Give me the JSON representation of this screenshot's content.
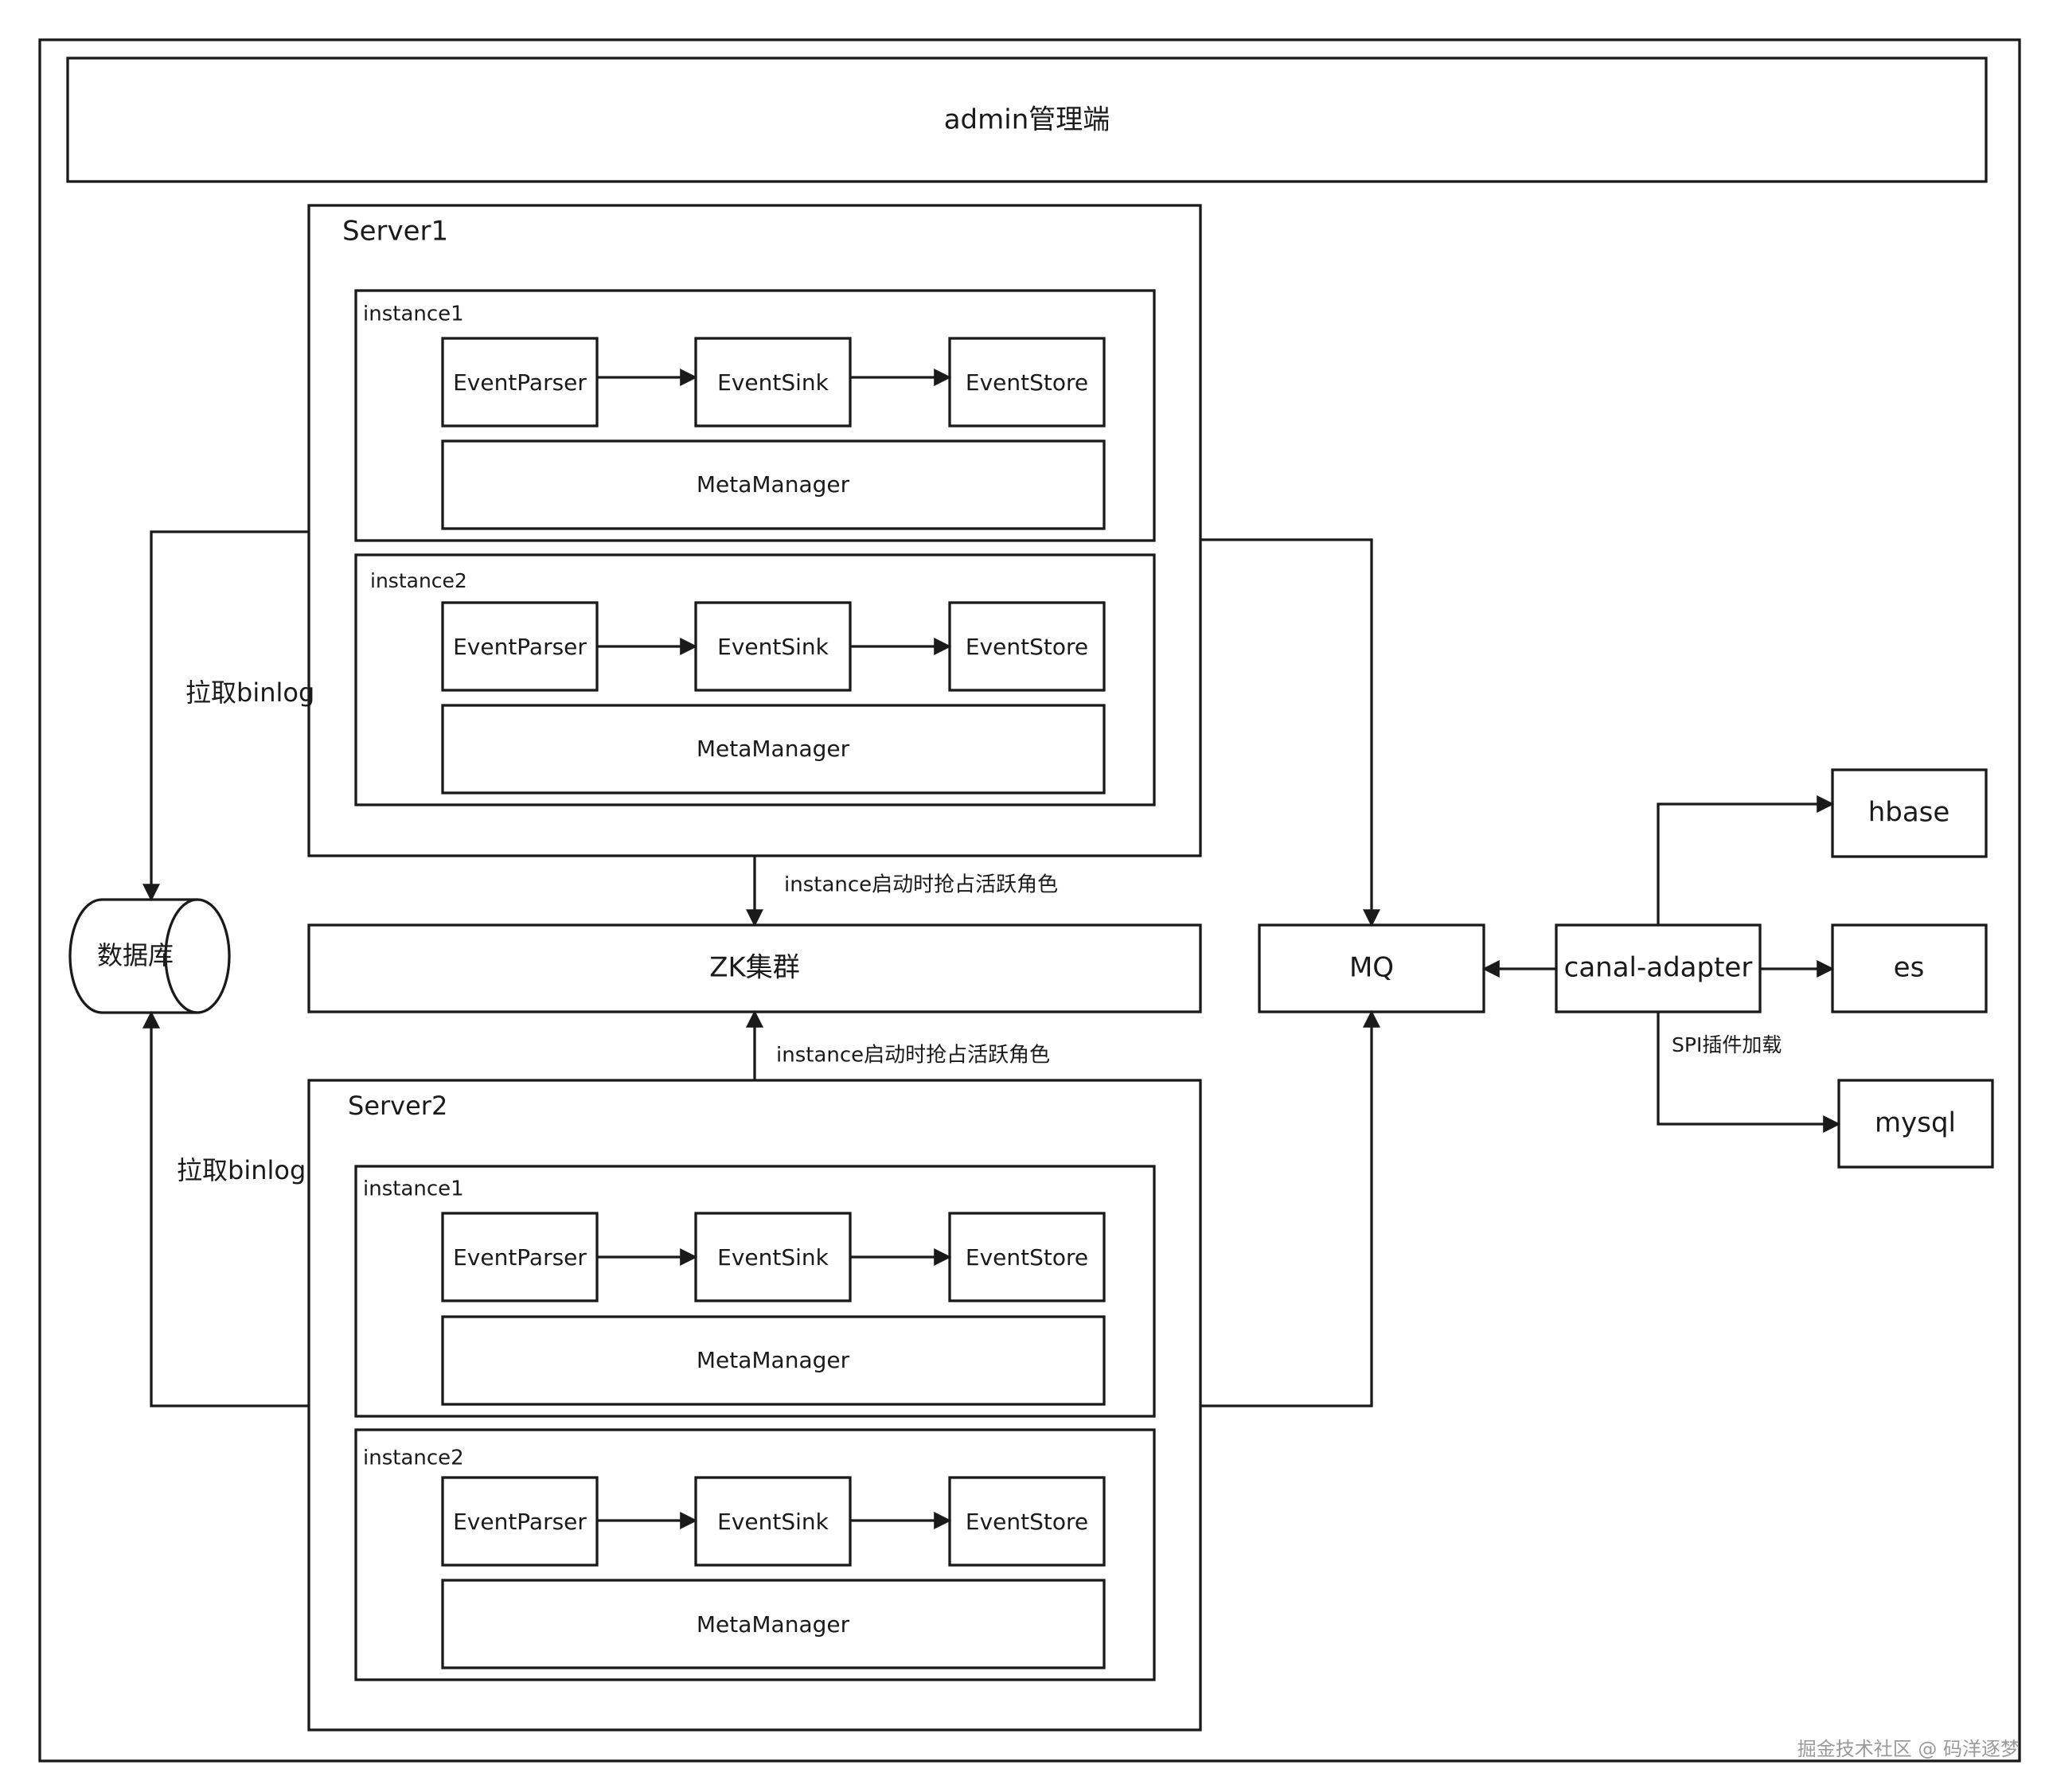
{
  "admin": {
    "label": "admin管理端"
  },
  "servers": [
    {
      "label": "Server1",
      "instances": [
        {
          "label": "instance1",
          "parser": "EventParser",
          "sink": "EventSink",
          "store": "EventStore",
          "meta": "MetaManager"
        },
        {
          "label": "instance2",
          "parser": "EventParser",
          "sink": "EventSink",
          "store": "EventStore",
          "meta": "MetaManager"
        }
      ]
    },
    {
      "label": "Server2",
      "instances": [
        {
          "label": "instance1",
          "parser": "EventParser",
          "sink": "EventSink",
          "store": "EventStore",
          "meta": "MetaManager"
        },
        {
          "label": "instance2",
          "parser": "EventParser",
          "sink": "EventSink",
          "store": "EventStore",
          "meta": "MetaManager"
        }
      ]
    }
  ],
  "zk": {
    "label": "ZK集群",
    "edge_top_label": "instance启动时抢占活跃角色",
    "edge_bottom_label": "instance启动时抢占活跃角色"
  },
  "database": {
    "label": "数据库",
    "edge_top_label": "拉取binlog",
    "edge_bottom_label": "拉取binlog"
  },
  "mq": {
    "label": "MQ"
  },
  "adapter": {
    "label": "canal-adapter",
    "edge_label": "SPI插件加载"
  },
  "targets": {
    "hbase": "hbase",
    "es": "es",
    "mysql": "mysql"
  },
  "watermark": "掘金技术社区 @ 码洋逐梦"
}
